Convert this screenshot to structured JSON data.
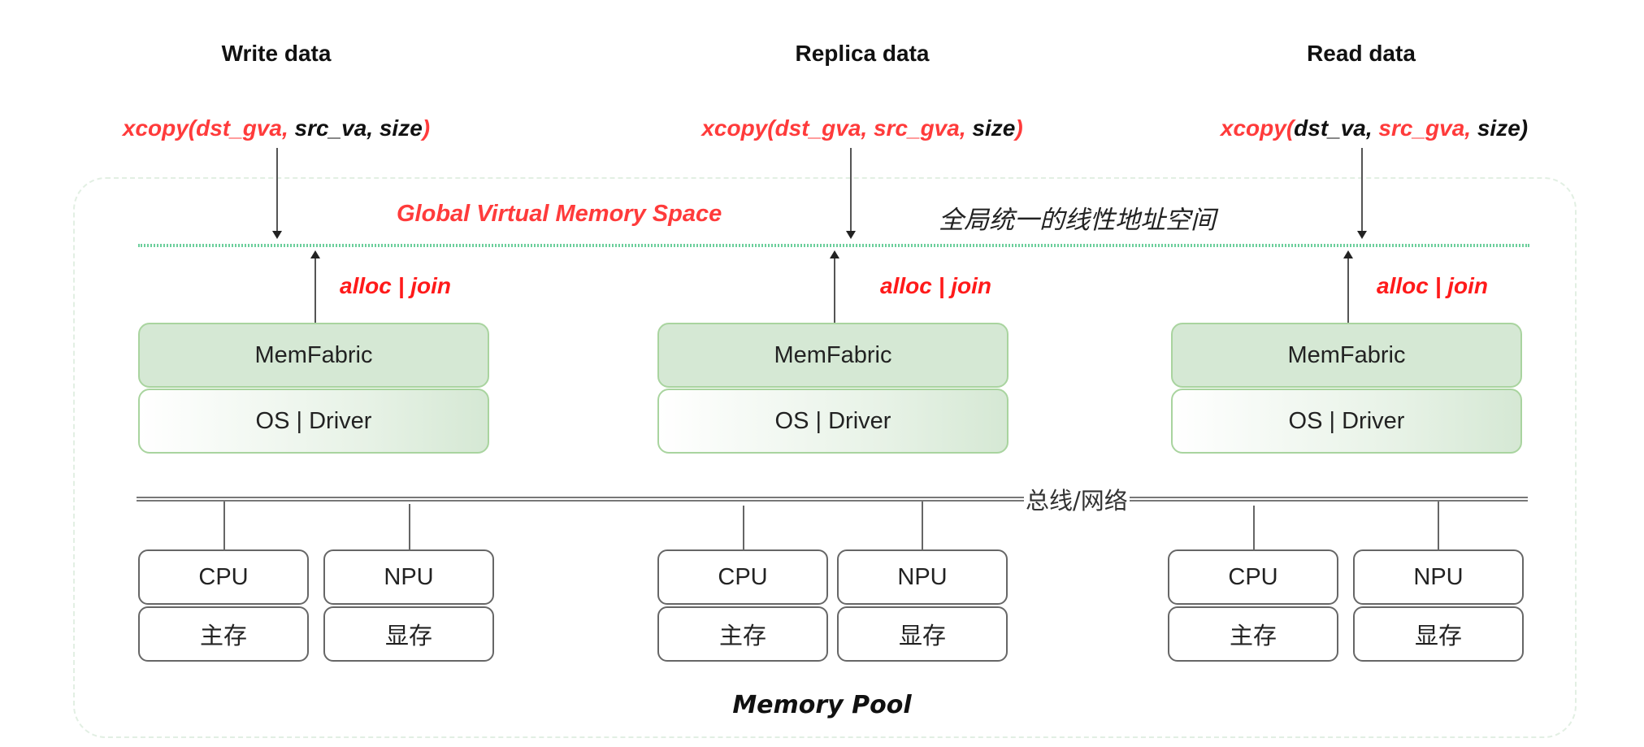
{
  "columns": [
    {
      "title": "Write data",
      "call": [
        {
          "text": "xcopy(",
          "color": "red"
        },
        {
          "text": "dst_gva, ",
          "color": "red"
        },
        {
          "text": "src_va, ",
          "color": "black"
        },
        {
          "text": "size",
          "color": "black"
        },
        {
          "text": ")",
          "color": "red"
        }
      ],
      "alloc": "alloc | join",
      "memfabric": "MemFabric",
      "os_driver": "OS | Driver",
      "devices": [
        {
          "name": "CPU",
          "memory": "主存"
        },
        {
          "name": "NPU",
          "memory": "显存"
        }
      ]
    },
    {
      "title": "Replica data",
      "call": [
        {
          "text": "xcopy(",
          "color": "red"
        },
        {
          "text": "dst_gva, ",
          "color": "red"
        },
        {
          "text": "src_gva, ",
          "color": "red"
        },
        {
          "text": "size",
          "color": "black"
        },
        {
          "text": ")",
          "color": "red"
        }
      ],
      "alloc": "alloc | join",
      "memfabric": "MemFabric",
      "os_driver": "OS | Driver",
      "devices": [
        {
          "name": "CPU",
          "memory": "主存"
        },
        {
          "name": "NPU",
          "memory": "显存"
        }
      ]
    },
    {
      "title": "Read data",
      "call": [
        {
          "text": "xcopy(",
          "color": "red"
        },
        {
          "text": "dst_va, ",
          "color": "black"
        },
        {
          "text": "src_gva, ",
          "color": "red"
        },
        {
          "text": "size",
          "color": "black"
        },
        {
          "text": ")",
          "color": "black"
        }
      ],
      "alloc": "alloc | join",
      "memfabric": "MemFabric",
      "os_driver": "OS | Driver",
      "devices": [
        {
          "name": "CPU",
          "memory": "主存"
        },
        {
          "name": "NPU",
          "memory": "显存"
        }
      ]
    }
  ],
  "global_space": {
    "label": "Global Virtual Memory Space",
    "label_cn": "全局统一的线性地址空间"
  },
  "bus": {
    "label": "总线/网络"
  },
  "pool": {
    "label": "Memory Pool"
  },
  "colors": {
    "red": "#ff3b3b",
    "black": "#111111",
    "green_fill": "#d5e8d4",
    "green_border": "#a9d49f",
    "dotted_line": "#6ccf9c"
  }
}
